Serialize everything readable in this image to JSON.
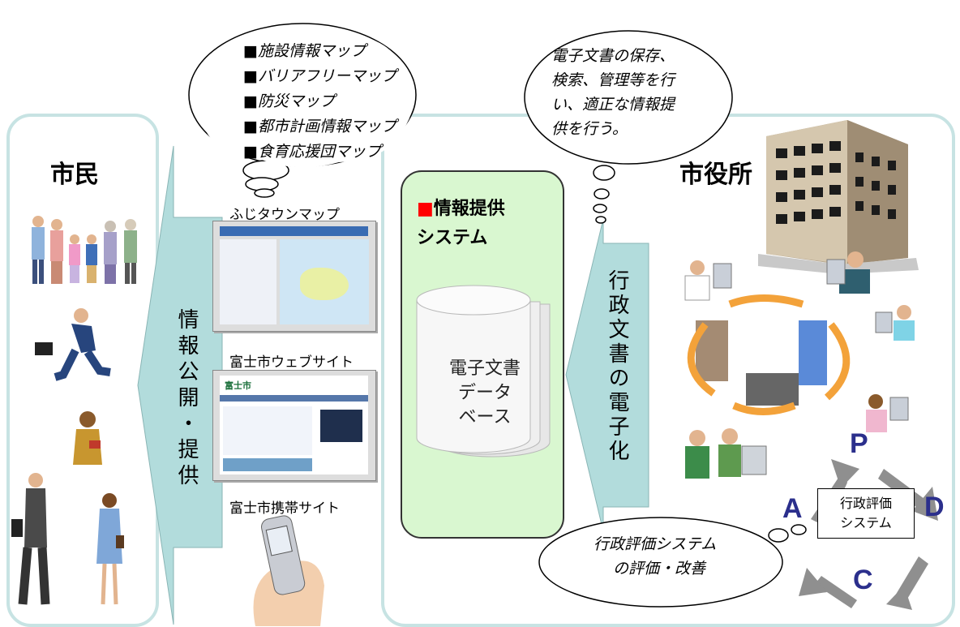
{
  "citizens": {
    "title": "市民"
  },
  "city_hall": {
    "title": "市役所"
  },
  "disclosure_arrow": {
    "text": "情報公開・提供"
  },
  "digitize_arrow": {
    "text": "行政文書の電子化"
  },
  "map_cloud": {
    "items": [
      "■施設情報マップ",
      "■バリアフリーマップ",
      "■防災マップ",
      "■都市計画情報マップ",
      "■食育応援団マップ"
    ]
  },
  "docs_cloud": {
    "lines": [
      "電子文書の保存、",
      "検索、管理等を行",
      "い、適正な情報提",
      "供を行う。"
    ]
  },
  "system_box": {
    "bullet": "■",
    "line1": "情報提供",
    "line2": "システム"
  },
  "database": {
    "lines": [
      "電子文書",
      "データ",
      "ベース"
    ]
  },
  "screens": {
    "fuji_town_map": "ふじタウンマップ",
    "website": "富士市ウェブサイト",
    "mobile_site": "富士市携帯サイト",
    "website_logo": "富士市"
  },
  "pdca": {
    "p": "P",
    "d": "D",
    "c": "C",
    "a": "A",
    "center_line1": "行政評価",
    "center_line2": "システム"
  },
  "eval_cloud": {
    "line1": "行政評価システム",
    "line2": "の評価・改善"
  },
  "colors": {
    "arrow_fill": "#b2dcdc",
    "panel_border": "#c7e3e3",
    "system_fill": "#d9f7d0",
    "bullet_red": "#ff0000",
    "pdca_arrow": "#8f8f8f",
    "pdca_letter": "#2b2f8c"
  }
}
